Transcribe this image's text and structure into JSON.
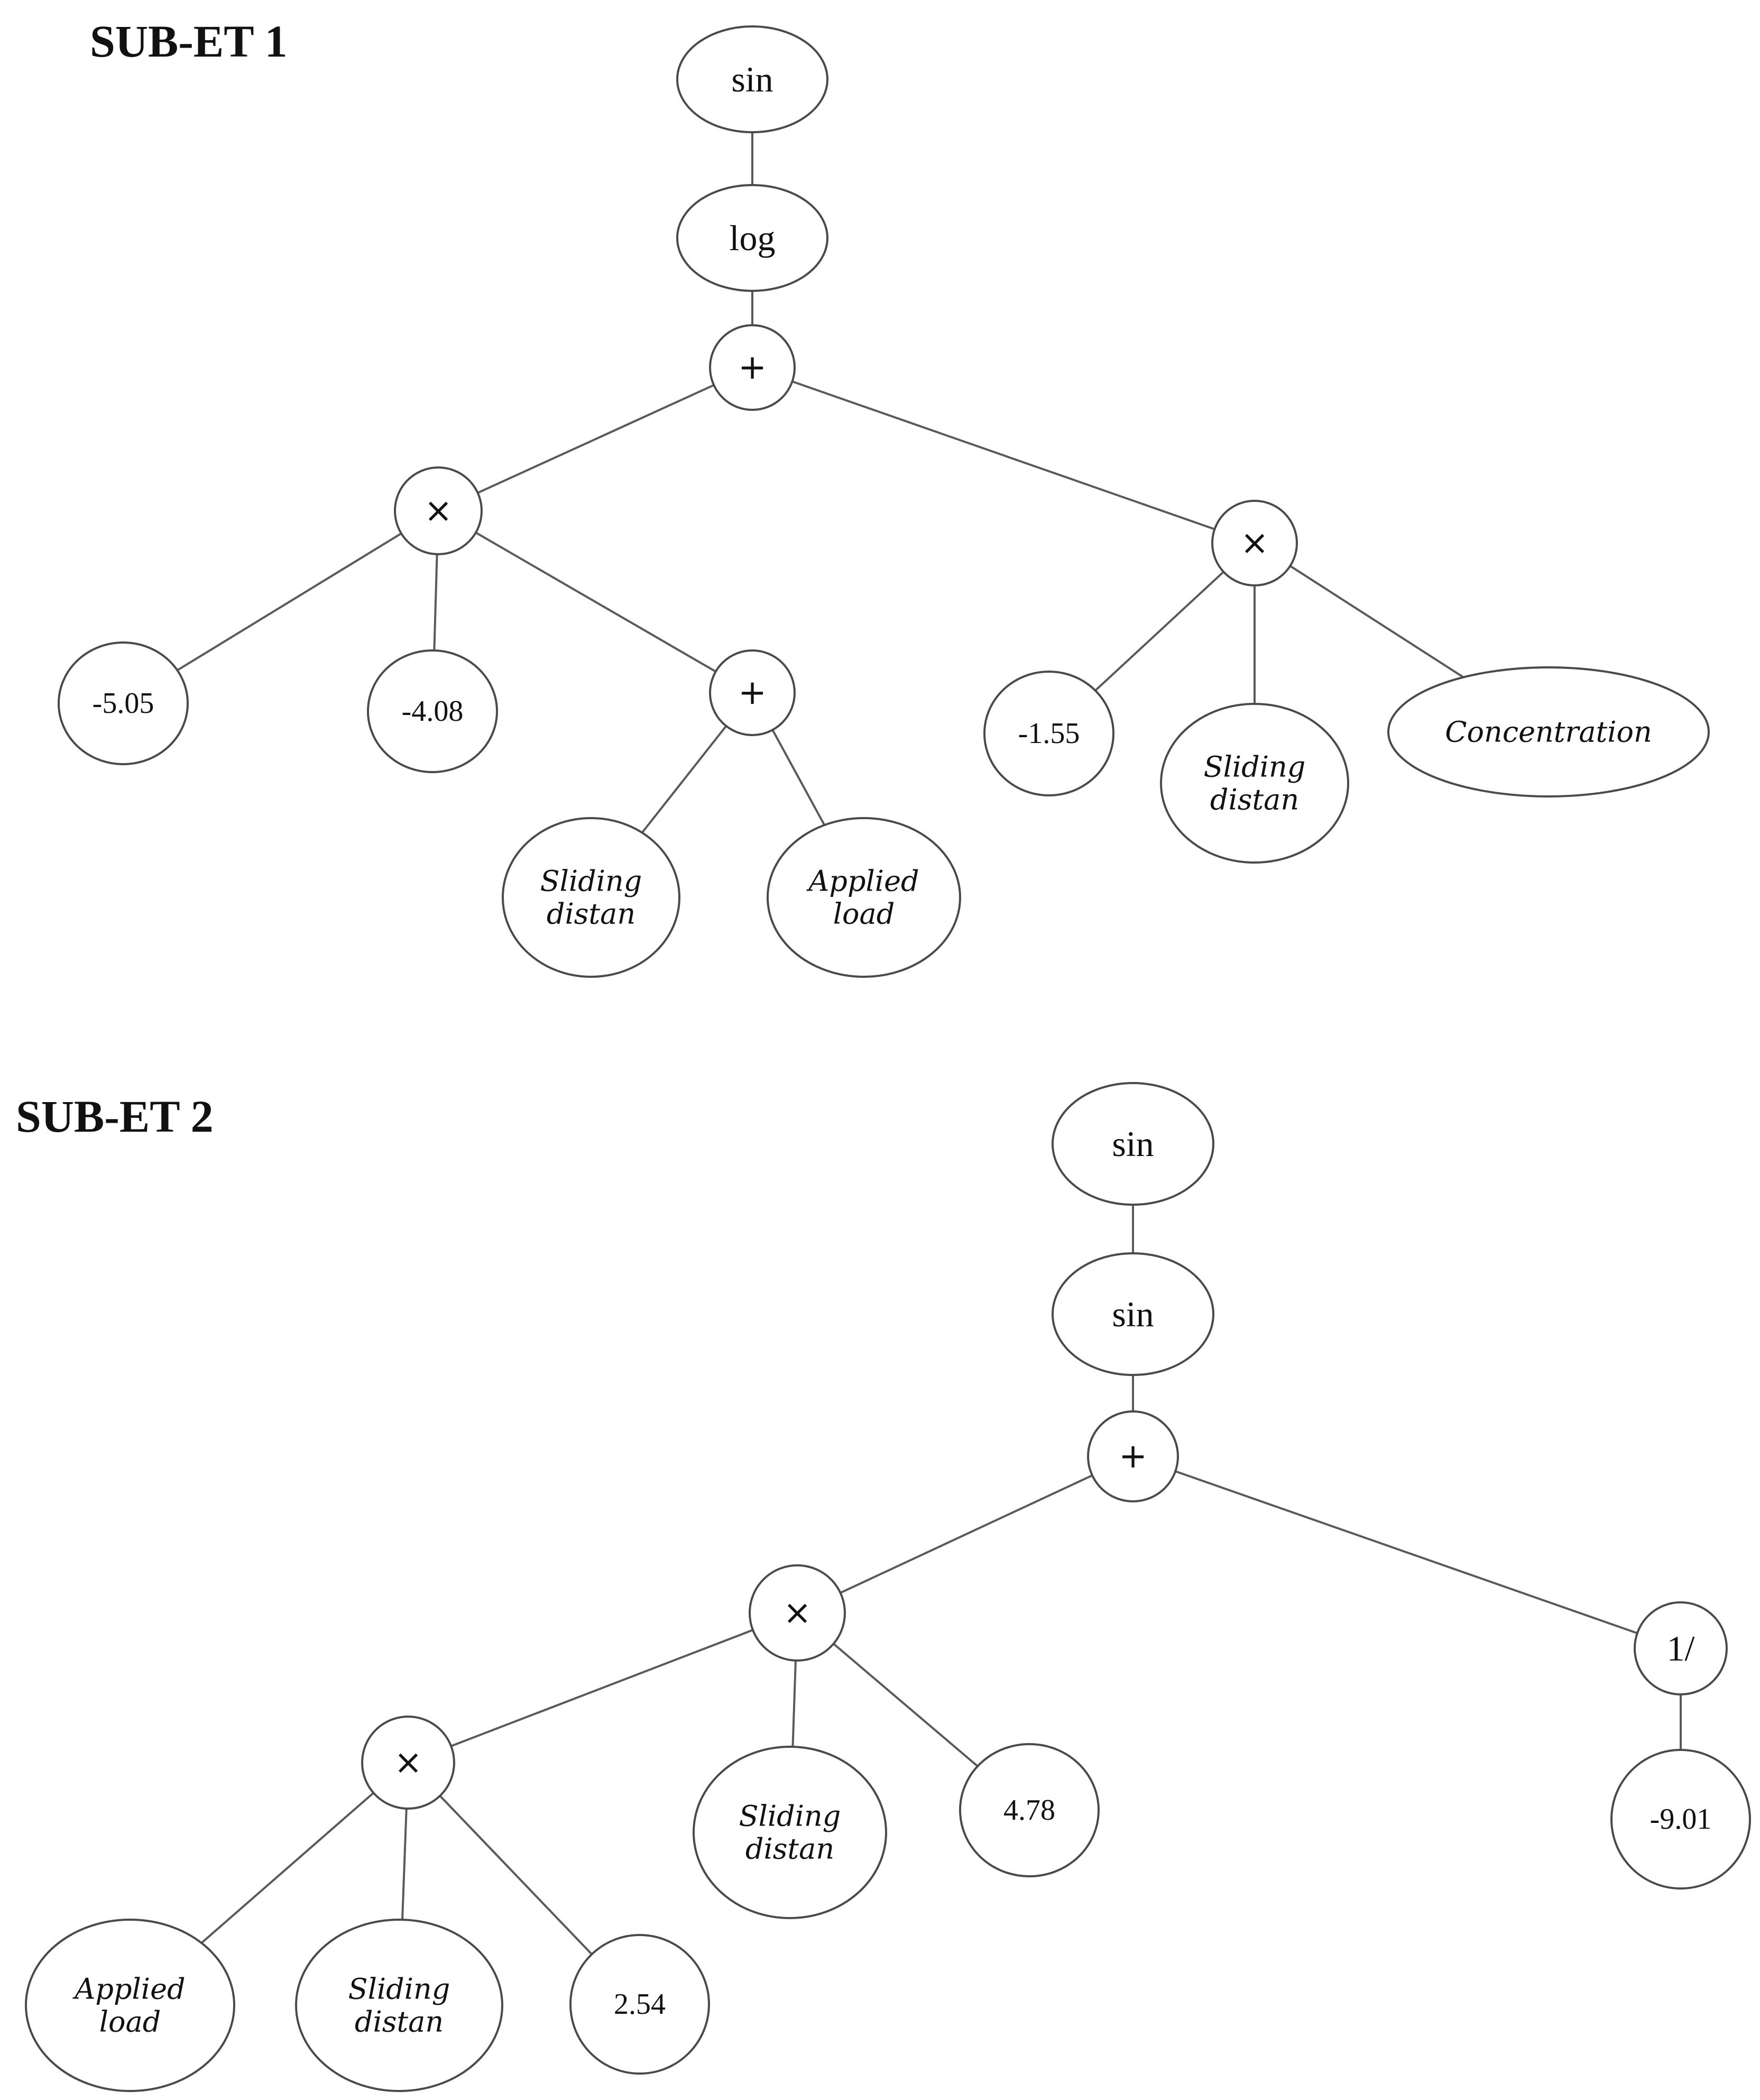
{
  "trees": [
    {
      "title": "SUB-ET 1",
      "nodes": [
        {
          "id": "t1_sin",
          "label": "sin",
          "kind": "fn"
        },
        {
          "id": "t1_log",
          "label": "log",
          "kind": "fn"
        },
        {
          "id": "t1_plus",
          "label": "+",
          "kind": "op"
        },
        {
          "id": "t1_mul_a",
          "label": "×",
          "kind": "op"
        },
        {
          "id": "t1_mul_b",
          "label": "×",
          "kind": "op"
        },
        {
          "id": "t1_c505",
          "label": "-5.05",
          "kind": "num"
        },
        {
          "id": "t1_c408",
          "label": "-4.08",
          "kind": "num"
        },
        {
          "id": "t1_plus2",
          "label": "+",
          "kind": "op"
        },
        {
          "id": "t1_sd1",
          "label": [
            "Sliding",
            "distan"
          ],
          "kind": "var"
        },
        {
          "id": "t1_al1",
          "label": [
            "Applied",
            "load"
          ],
          "kind": "var"
        },
        {
          "id": "t1_c155",
          "label": "-1.55",
          "kind": "num"
        },
        {
          "id": "t1_sd2",
          "label": [
            "Sliding",
            "distan"
          ],
          "kind": "var"
        },
        {
          "id": "t1_conc",
          "label": "Concentration",
          "kind": "var"
        }
      ],
      "edges": [
        [
          "t1_sin",
          "t1_log"
        ],
        [
          "t1_log",
          "t1_plus"
        ],
        [
          "t1_plus",
          "t1_mul_a"
        ],
        [
          "t1_plus",
          "t1_mul_b"
        ],
        [
          "t1_mul_a",
          "t1_c505"
        ],
        [
          "t1_mul_a",
          "t1_c408"
        ],
        [
          "t1_mul_a",
          "t1_plus2"
        ],
        [
          "t1_plus2",
          "t1_sd1"
        ],
        [
          "t1_plus2",
          "t1_al1"
        ],
        [
          "t1_mul_b",
          "t1_c155"
        ],
        [
          "t1_mul_b",
          "t1_sd2"
        ],
        [
          "t1_mul_b",
          "t1_conc"
        ]
      ]
    },
    {
      "title": "SUB-ET 2",
      "nodes": [
        {
          "id": "t2_sin1",
          "label": "sin",
          "kind": "fn"
        },
        {
          "id": "t2_sin2",
          "label": "sin",
          "kind": "fn"
        },
        {
          "id": "t2_plus",
          "label": "+",
          "kind": "op"
        },
        {
          "id": "t2_mul_a",
          "label": "×",
          "kind": "op"
        },
        {
          "id": "t2_inv",
          "label": "1/",
          "kind": "fn"
        },
        {
          "id": "t2_mul_b",
          "label": "×",
          "kind": "op"
        },
        {
          "id": "t2_sd1",
          "label": [
            "Sliding",
            "distan"
          ],
          "kind": "var"
        },
        {
          "id": "t2_c478",
          "label": "4.78",
          "kind": "num"
        },
        {
          "id": "t2_c901",
          "label": "-9.01",
          "kind": "num"
        },
        {
          "id": "t2_al",
          "label": [
            "Applied",
            "load"
          ],
          "kind": "var"
        },
        {
          "id": "t2_sd2",
          "label": [
            "Sliding",
            "distan"
          ],
          "kind": "var"
        },
        {
          "id": "t2_c254",
          "label": "2.54",
          "kind": "num"
        }
      ],
      "edges": [
        [
          "t2_sin1",
          "t2_sin2"
        ],
        [
          "t2_sin2",
          "t2_plus"
        ],
        [
          "t2_plus",
          "t2_mul_a"
        ],
        [
          "t2_plus",
          "t2_inv"
        ],
        [
          "t2_mul_a",
          "t2_mul_b"
        ],
        [
          "t2_mul_a",
          "t2_sd1"
        ],
        [
          "t2_mul_a",
          "t2_c478"
        ],
        [
          "t2_inv",
          "t2_c901"
        ],
        [
          "t2_mul_b",
          "t2_al"
        ],
        [
          "t2_mul_b",
          "t2_sd2"
        ],
        [
          "t2_mul_b",
          "t2_c254"
        ]
      ]
    }
  ]
}
